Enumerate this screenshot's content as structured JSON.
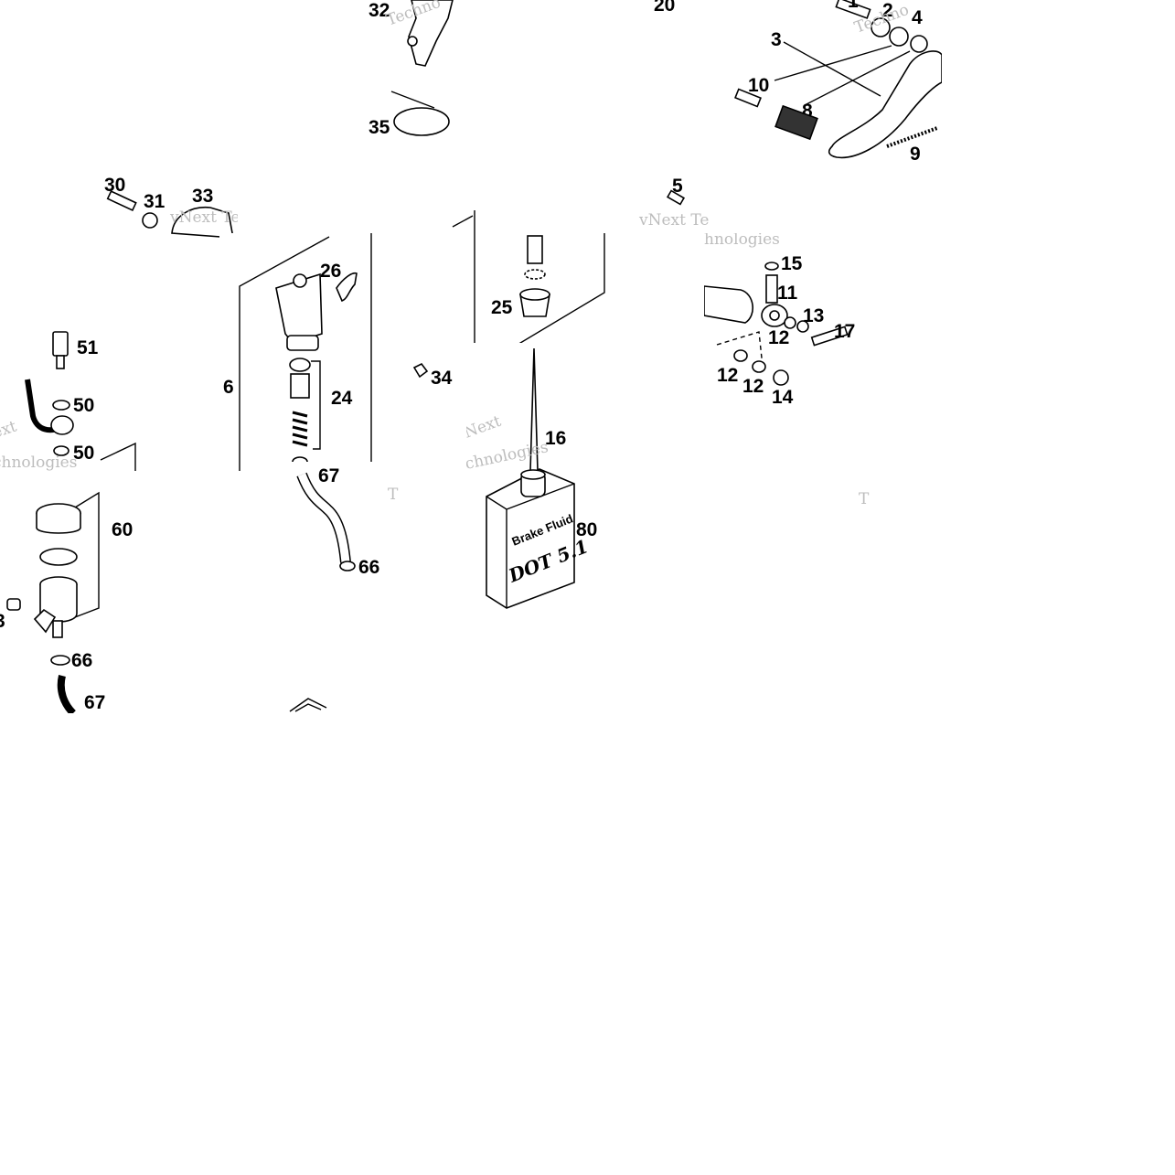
{
  "diagram": {
    "callouts": {
      "c32": "32",
      "c20": "20",
      "c1": "1",
      "c2": "2",
      "c4": "4",
      "c3": "3",
      "c10": "10",
      "c8": "8",
      "c9": "9",
      "c35": "35",
      "c30": "30",
      "c31": "31",
      "c33": "33",
      "c5": "5",
      "c26": "26",
      "c15": "15",
      "c11": "11",
      "c13": "13",
      "c17": "17",
      "c12a": "12",
      "c12b": "12",
      "c12c": "12",
      "c14": "14",
      "c25": "25",
      "c51": "51",
      "c6": "6",
      "c24": "24",
      "c34": "34",
      "c50a": "50",
      "c50b": "50",
      "c16": "16",
      "c67a": "67",
      "c60": "60",
      "c80": "80",
      "c66a": "66",
      "c66b": "66",
      "c67b": "67"
    },
    "can_label_brand": "Brake Fluid",
    "can_label_spec": "DOT 5.1",
    "watermark": {
      "w1": "Techno",
      "w2": "vNext Tec",
      "w3": "hnologies",
      "w4": "ext",
      "w5": "chnologies",
      "w6": "Next",
      "w7": "T",
      "w8": "T"
    }
  }
}
